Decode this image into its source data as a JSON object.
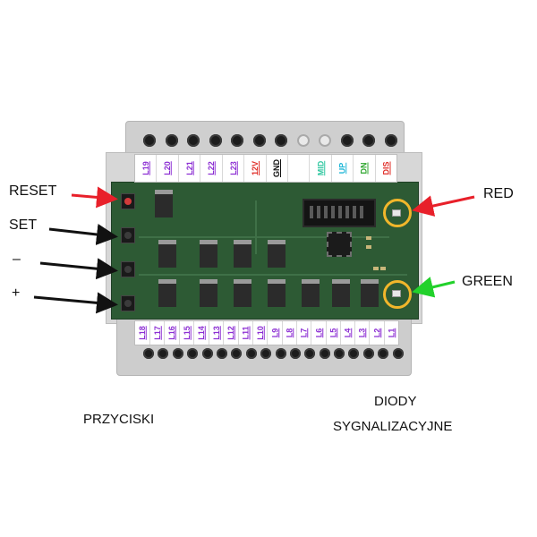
{
  "colors": {
    "purple": "#8c2fd3",
    "red": "#e0302a",
    "cyan": "#24b8d8",
    "green": "#2ca52c",
    "black": "#111111",
    "arrow_red": "#e8202a",
    "arrow_green": "#22d12b",
    "ring": "#f1b62b",
    "pcb": "#2d5a34"
  },
  "top_pins": [
    {
      "label": "L19",
      "color": "#8c2fd3"
    },
    {
      "label": "L20",
      "color": "#8c2fd3"
    },
    {
      "label": "L21",
      "color": "#8c2fd3"
    },
    {
      "label": "L22",
      "color": "#8c2fd3"
    },
    {
      "label": "L23",
      "color": "#8c2fd3"
    },
    {
      "label": "12V",
      "color": "#e0302a"
    },
    {
      "label": "GND",
      "color": "#111111"
    },
    {
      "label": "",
      "color": "#111111"
    },
    {
      "label": "MID",
      "color": "#2fc7a0"
    },
    {
      "label": "UP",
      "color": "#24b8d8"
    },
    {
      "label": "DN",
      "color": "#2ca52c"
    },
    {
      "label": "DIS",
      "color": "#e0302a"
    }
  ],
  "bottom_pins": [
    {
      "label": "L18",
      "color": "#8c2fd3"
    },
    {
      "label": "L17",
      "color": "#8c2fd3"
    },
    {
      "label": "L16",
      "color": "#8c2fd3"
    },
    {
      "label": "L15",
      "color": "#8c2fd3"
    },
    {
      "label": "L14",
      "color": "#8c2fd3"
    },
    {
      "label": "L13",
      "color": "#8c2fd3"
    },
    {
      "label": "L12",
      "color": "#8c2fd3"
    },
    {
      "label": "L11",
      "color": "#8c2fd3"
    },
    {
      "label": "L10",
      "color": "#8c2fd3"
    },
    {
      "label": "L9",
      "color": "#8c2fd3"
    },
    {
      "label": "L8",
      "color": "#8c2fd3"
    },
    {
      "label": "L7",
      "color": "#8c2fd3"
    },
    {
      "label": "L6",
      "color": "#8c2fd3"
    },
    {
      "label": "L5",
      "color": "#8c2fd3"
    },
    {
      "label": "L4",
      "color": "#8c2fd3"
    },
    {
      "label": "L3",
      "color": "#8c2fd3"
    },
    {
      "label": "L2",
      "color": "#8c2fd3"
    },
    {
      "label": "L1",
      "color": "#8c2fd3"
    }
  ],
  "buttons": {
    "reset": "RESET",
    "set": "SET",
    "minus": "–",
    "plus": "+"
  },
  "leds": {
    "red": "RED",
    "green": "GREEN"
  },
  "captions": {
    "buttons": "PRZYCISKI",
    "leds_line1": "DIODY",
    "leds_line2": "SYGNALIZACYJNE"
  }
}
